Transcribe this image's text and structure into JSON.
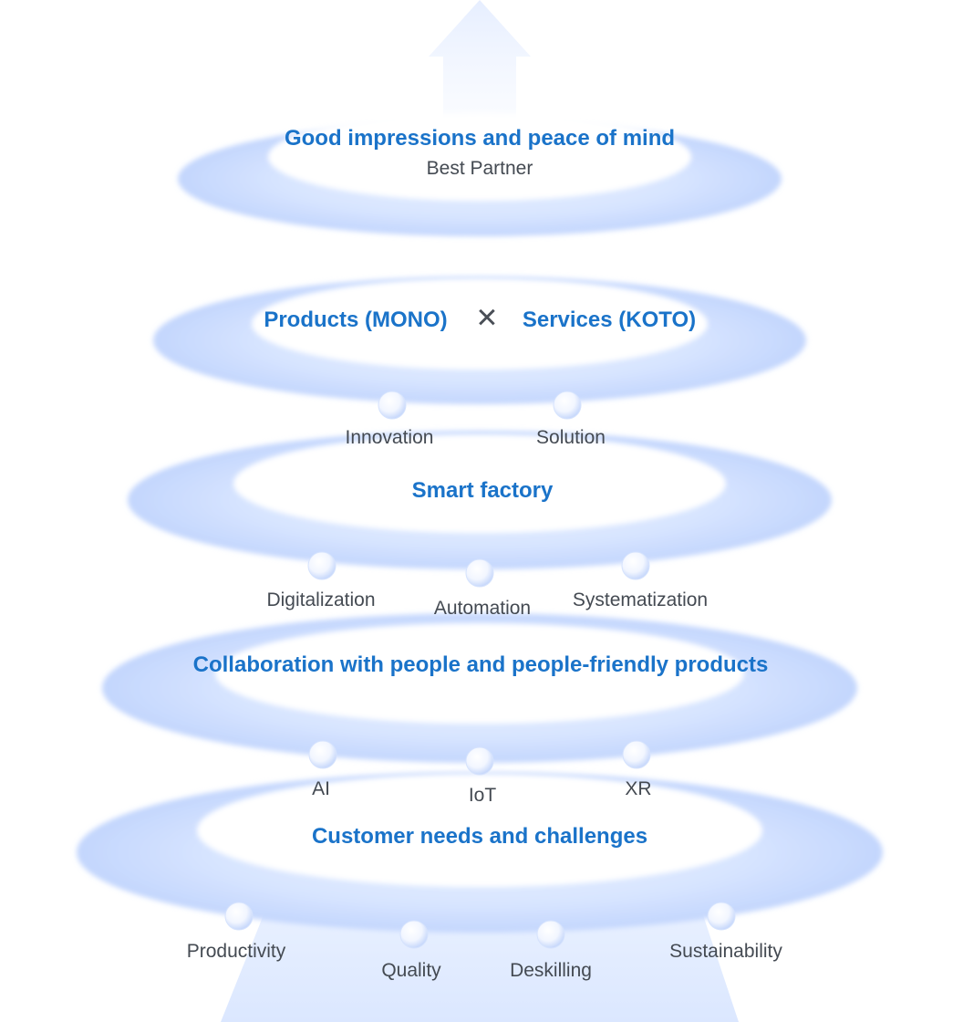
{
  "top": {
    "title": "Good impressions and peace of mind",
    "subtitle": "Best Partner"
  },
  "tier_products": {
    "left": "Products (MONO)",
    "cross": "✕",
    "right": "Services (KOTO)",
    "nodes": [
      "Innovation",
      "Solution"
    ]
  },
  "tier_smart": {
    "title": "Smart factory",
    "nodes": [
      "Digitalization",
      "Automation",
      "Systematization"
    ]
  },
  "tier_collab": {
    "title": "Collaboration with people and people-friendly products",
    "nodes": [
      "AI",
      "IoT",
      "XR"
    ]
  },
  "tier_customer": {
    "title": "Customer needs and challenges",
    "nodes": [
      "Productivity",
      "Quality",
      "Deskilling",
      "Sustainability"
    ]
  },
  "colors": {
    "title": "#1a73c9",
    "text": "#444a52",
    "ring": "#c9dafd"
  }
}
